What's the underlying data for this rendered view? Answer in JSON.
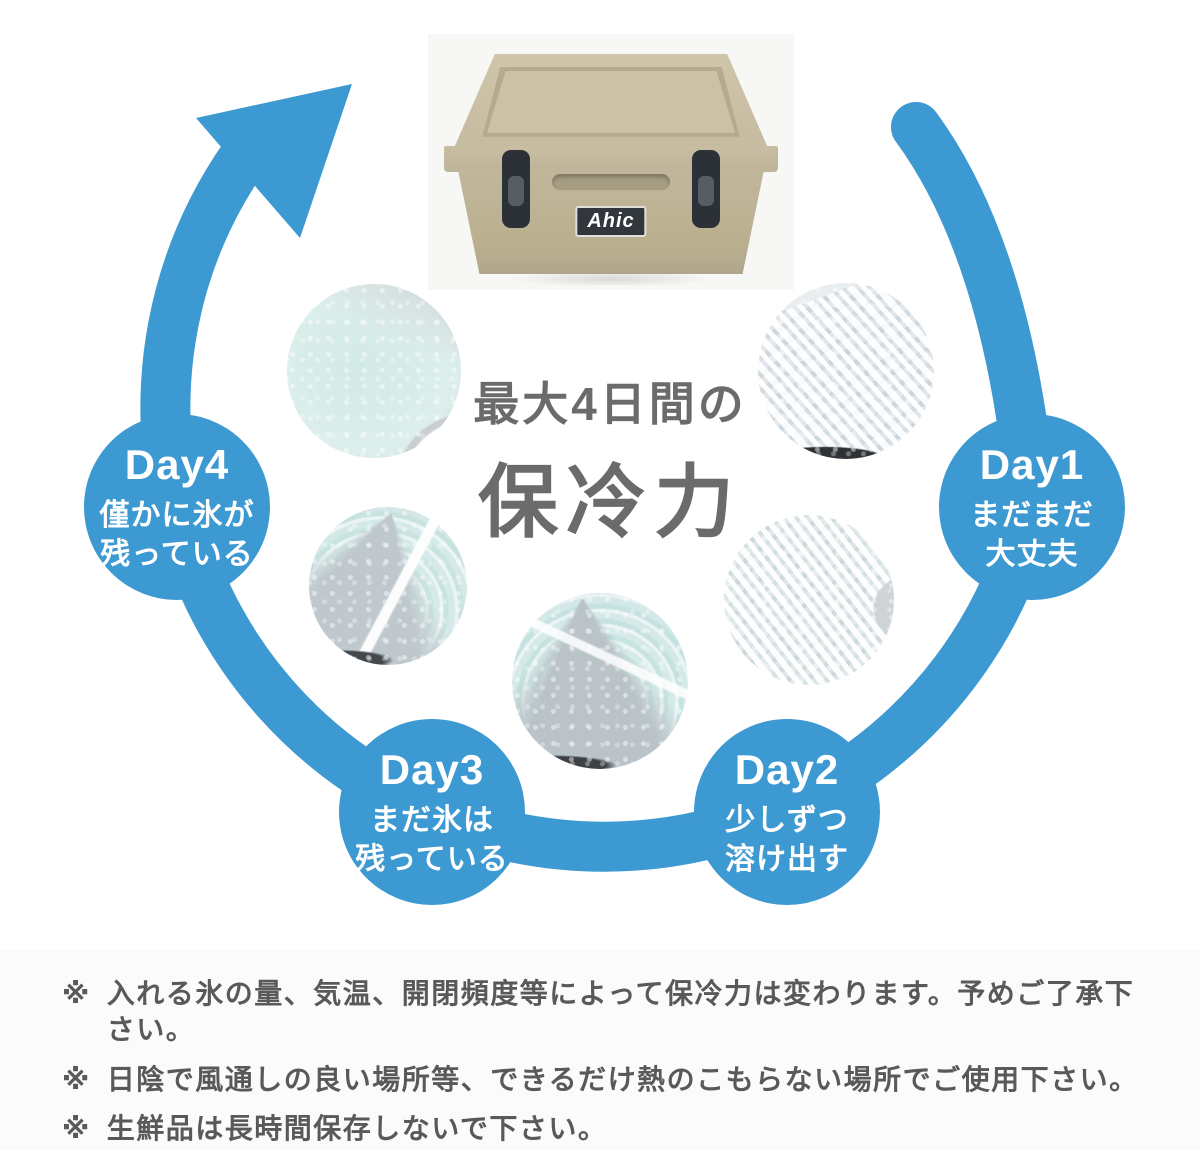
{
  "product": {
    "brand": "Ahic"
  },
  "center": {
    "title_line1": "最大4日間の",
    "title_line2": "保冷力"
  },
  "days": [
    {
      "label": "Day1",
      "lines": [
        "まだまだ",
        "大丈夫"
      ]
    },
    {
      "label": "Day2",
      "lines": [
        "少しずつ",
        "溶け出す"
      ]
    },
    {
      "label": "Day3",
      "lines": [
        "まだ氷は",
        "残っている"
      ]
    },
    {
      "label": "Day4",
      "lines": [
        "僅かに氷が",
        "残っている"
      ]
    }
  ],
  "note_marker": "※",
  "notes": [
    "入れる氷の量、気温、開閉頻度等によって保冷力は変わります。予めご了承下さい。",
    "日陰で風通しの良い場所等、できるだけ熱のこもらない場所でご使用下さい。",
    "生鮮品は長時間保存しないで下さい。"
  ],
  "colors": {
    "accent_blue": "#3D99D1",
    "title_gray": "#6B6B6B",
    "note_gray": "#595959",
    "cooler_tan": "#BFB499"
  }
}
